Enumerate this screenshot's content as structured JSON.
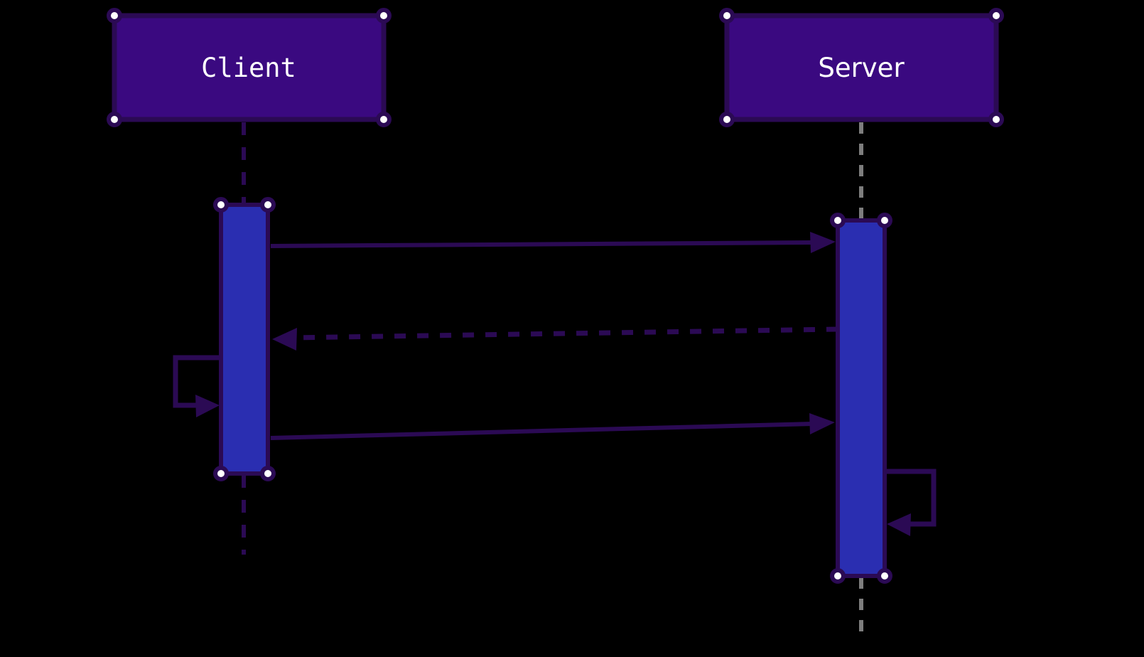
{
  "diagram": {
    "type": "sequence-diagram",
    "actors": [
      {
        "id": "client",
        "label": "Client"
      },
      {
        "id": "server",
        "label": "Server"
      }
    ],
    "messages": [
      {
        "order": 1,
        "from": "client",
        "to": "server",
        "line": "solid",
        "kind": "request"
      },
      {
        "order": 2,
        "from": "server",
        "to": "client",
        "line": "dashed",
        "kind": "return"
      },
      {
        "order": 3,
        "from": "client",
        "to": "client",
        "line": "solid",
        "kind": "self-message"
      },
      {
        "order": 4,
        "from": "client",
        "to": "server",
        "line": "solid",
        "kind": "request"
      },
      {
        "order": 5,
        "from": "server",
        "to": "server",
        "line": "solid",
        "kind": "self-message"
      }
    ],
    "selection_handles_visible": true
  },
  "colors": {
    "background": "#000000",
    "actor_fill": "#3a0980",
    "stroke": "#2b0a54",
    "activation_fill": "#2a2eb1",
    "server_lifeline": "#7d7d7d",
    "handle_fill": "#ffffff",
    "label_text": "#ffffff"
  }
}
